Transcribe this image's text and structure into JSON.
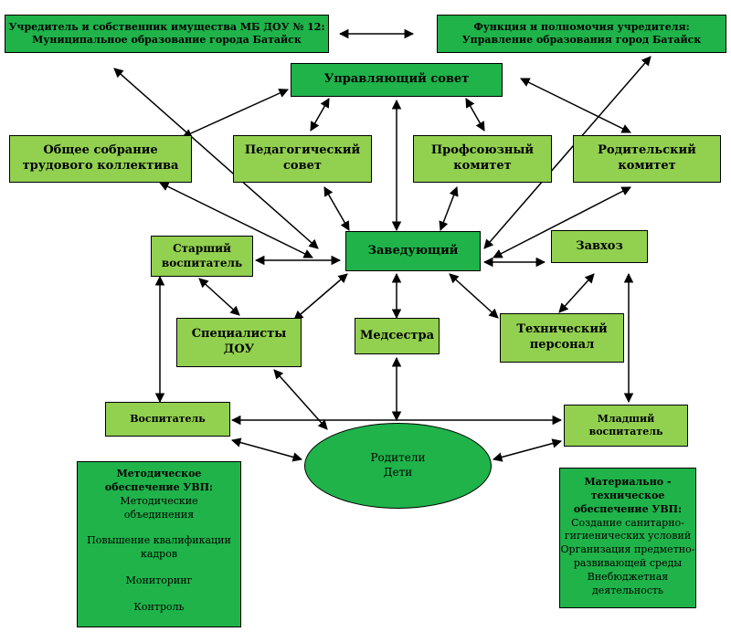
{
  "nodes": {
    "founder": "Учредитель и собственник имущества МБ ДОУ № 12:\nМуниципальное образование города Батайск",
    "founder_function": "Функция и полномочия учредителя:\nУправление образования город Батайск",
    "governing_council": "Управляющий совет",
    "general_meeting": "Общее собрание\nтрудового коллектива",
    "pedagogical_council": "Педагогический\nсовет",
    "trade_union": "Профсоюзный\nкомитет",
    "parents_committee": "Родительский\nкомитет",
    "senior_educator": "Старший\nвоспитатель",
    "head": "Заведующий",
    "supply_manager": "Завхоз",
    "specialists": "Специалисты\nДОУ",
    "nurse": "Медсестра",
    "technical_staff": "Технический\nперсонал",
    "educator": "Воспитатель",
    "junior_educator": "Младший\nвоспитатель",
    "parents_children": "Родители\nДети"
  },
  "methodical_panel": {
    "title": "Методическое\nобеспечение УВП:",
    "items": [
      "Методические\nобъединения",
      "Повышение квалификации\nкадров",
      "Мониторинг",
      "Контроль"
    ]
  },
  "material_panel": {
    "title": "Материально -\nтехническое\nобеспечение УВП:",
    "items": [
      "Создание санитарно-\nгигиенических условий",
      "Организация предметно-\nразвивающей среды",
      "Внебюджетная\nдеятельность"
    ]
  },
  "colors": {
    "dark_green": "#1fb34a",
    "light_green": "#92d050",
    "arrow": "#000000"
  }
}
